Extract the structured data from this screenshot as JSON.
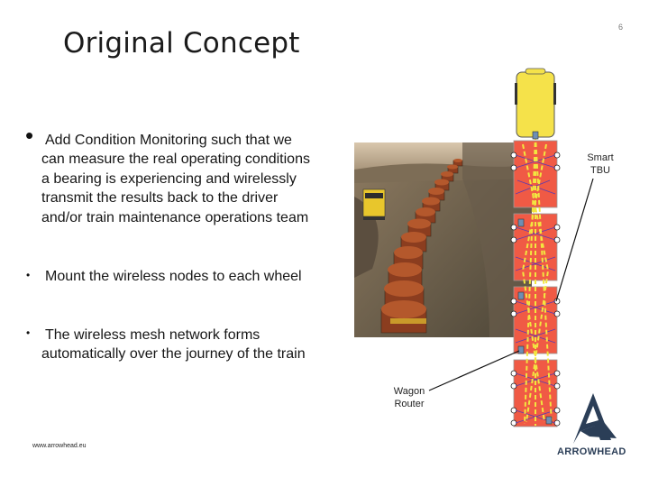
{
  "slide": {
    "number": "6",
    "title": "Original Concept"
  },
  "bullets": [
    "Add Condition Monitoring such that we can measure the real operating conditions a bearing is experiencing and wirelessly transmit the results back to the driver and/or train maintenance operations team",
    "Mount the wireless nodes to each wheel",
    "The wireless mesh network forms automatically over the journey of the train"
  ],
  "bullet_lines": {
    "b1": [
      "Add Condition Monitoring such that we",
      "can measure the real operating conditions",
      "a bearing is experiencing and wirelessly",
      "transmit the results back to the driver",
      "and/or train maintenance operations team"
    ],
    "b2": [
      "Mount the wireless nodes to each wheel"
    ],
    "b3": [
      "The wireless mesh network forms",
      "automatically over the journey of the train"
    ]
  },
  "labels": {
    "smart_tbu": [
      "Smart",
      "TBU"
    ],
    "wagon_router": [
      "Wagon",
      "Router"
    ]
  },
  "footer": {
    "url": "www.arrowhead.eu",
    "logo_text": "ARROWHEAD"
  },
  "colors": {
    "locomotive": "#f5e24a",
    "wagon": "#f05a45",
    "mesh_line": "#f2e640",
    "link_line": "#5a3bb0",
    "router": "#6f8fb4",
    "logo": "#2b3e57"
  }
}
